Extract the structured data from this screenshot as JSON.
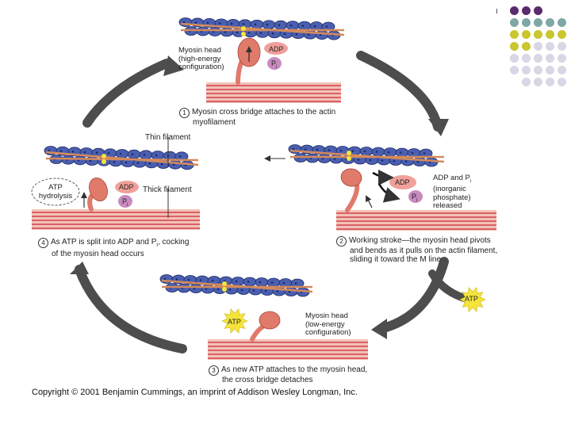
{
  "colors": {
    "actin": "#4a5fb0",
    "actin_dark": "#1d2a66",
    "tropomyosin": "#d58a5a",
    "myosin_head": "#e07a6a",
    "thick_filament": "#d9606a",
    "thick_light": "#f3c2b5",
    "adp_bubble": "#f0a09a",
    "pi_bubble": "#c98ac0",
    "atp_star": "#f5e43a",
    "arrow": "#4d4d4d",
    "deco_purple": "#5a2a6e",
    "deco_teal": "#7fa7a5",
    "deco_olive": "#c9c62f",
    "deco_lavender": "#d9d6e6"
  },
  "diagram": {
    "step1": {
      "number": "1",
      "caption_line1": "Myosin cross bridge attaches to the actin",
      "caption_line2": "myofilament",
      "head_label_line1": "Myosin head",
      "head_label_line2": "(high-energy",
      "head_label_line3": "configuration)",
      "adp": "ADP",
      "pi": "P",
      "pi_sub": "i"
    },
    "step2": {
      "number": "2",
      "caption_line1": "Working stroke—the myosin head pivots",
      "caption_line2": "and bends as it pulls on the actin filament,",
      "caption_line3": "sliding it toward the M line",
      "release_line1": "ADP and P",
      "release_sub": "i",
      "release_line2": "(inorganic",
      "release_line3": "phosphate)",
      "release_line4": "released",
      "adp": "ADP",
      "pi": "P",
      "pi_sub": "i"
    },
    "step3": {
      "number": "3",
      "caption_line1": "As new ATP attaches to the myosin head,",
      "caption_line2": "the cross bridge detaches",
      "head_label_line1": "Myosin head",
      "head_label_line2": "(low-energy",
      "head_label_line3": "configuration)",
      "atp": "ATP",
      "atp_incoming": "ATP"
    },
    "step4": {
      "number": "4",
      "caption_line1": "As ATP is split into ADP and P",
      "caption_sub": "i",
      "caption_line1_end": ", cocking",
      "caption_line2": "of the myosin head occurs",
      "hydrolysis_line1": "ATP",
      "hydrolysis_line2": "hydrolysis",
      "adp": "ADP",
      "pi": "P",
      "pi_sub": "i",
      "thin_filament": "Thin filament",
      "thick_filament": "Thick filament"
    },
    "copyright": "Copyright © 2001 Benjamin Cummings, an imprint of Addison Wesley Longman, Inc."
  }
}
